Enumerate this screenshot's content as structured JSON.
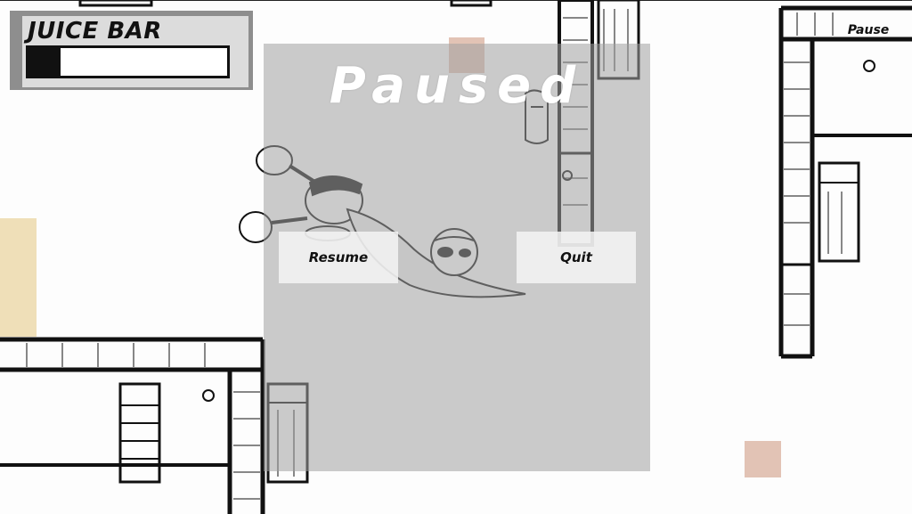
{
  "hud": {
    "juice_title": "JUICE BAR",
    "juice_level": 0.16,
    "pause_label": "Pause"
  },
  "pause_menu": {
    "title": "Paused",
    "resume_label": "Resume",
    "quit_label": "Quit"
  },
  "colors": {
    "overlay": "#a0a0a0",
    "sand_zone": "#efdfb8",
    "pink_marker": "#ddb8a8",
    "ink": "#111111"
  }
}
